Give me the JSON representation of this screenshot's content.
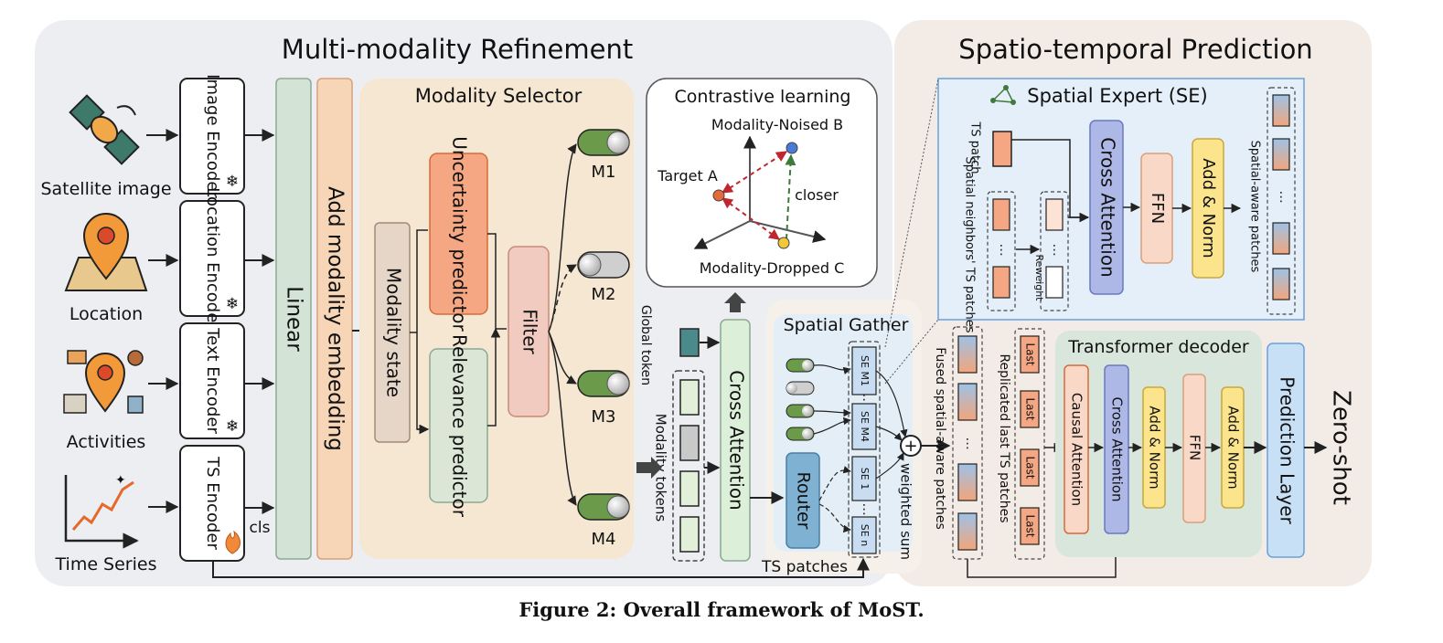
{
  "caption": "Figure 2: Overall framework of MoST.",
  "refinement": {
    "title": "Multi-modality Refinement",
    "inputs": [
      "Satellite image",
      "Location",
      "Activities",
      "Time Series"
    ],
    "encoders": [
      "Image Encoder",
      "Location Encoder",
      "Text Encoder",
      "TS Encoder"
    ],
    "cls_label": "cls",
    "linear": "Linear",
    "add_modality_embedding": "Add modality embedding",
    "selector": {
      "title": "Modality Selector",
      "state": "Modality state",
      "uncertainty": "Uncertainty predictor",
      "relevance": "Relevance predictor",
      "filter": "Filter",
      "modalities": [
        "M1",
        "M2",
        "M3",
        "M4"
      ]
    },
    "contrastive": {
      "title": "Contrastive learning",
      "noised": "Modality-Noised B",
      "target": "Target A",
      "closer": "closer",
      "dropped": "Modality-Dropped C"
    },
    "global_token": "Global token",
    "modality_tokens": "Modality tokens",
    "cross_attention": "Cross Attention",
    "spatial_gather": "Spatial Gather",
    "router": "Router",
    "experts": [
      "SE M1",
      "SE M4",
      "SE 1",
      "SE n"
    ],
    "weighted_sum": "weighted sum",
    "ts_patches": "TS patches"
  },
  "prediction": {
    "title": "Spatio-temporal Prediction",
    "spatial_expert": {
      "title": "Spatial Expert (SE)",
      "ts_patch": "TS patch",
      "neighbors": "Spatial neighbors' TS patches",
      "reweight": "Reweight",
      "cross_attention": "Cross Attention",
      "ffn": "FFN",
      "add_norm": "Add & Norm",
      "output": "Spatial-aware patches"
    },
    "fused": "Fused spatial-aware patches",
    "replicated": "Replicated last TS patches",
    "last_label": "Last",
    "decoder": {
      "title": "Transformer decoder",
      "causal": "Causal Attention",
      "cross": "Cross Attention",
      "add_norm": "Add & Norm",
      "ffn": "FFN"
    },
    "prediction_layer": "Prediction Layer",
    "zero_shot": "Zero-shot"
  },
  "colors": {
    "left_panel": "#eceef2",
    "right_panel": "#f3ece6",
    "selector_bg": "#f6e7d3",
    "linear": "#d3e3d6",
    "add_emb": "#f7d6b8",
    "uncertainty": "#f4a782",
    "relevance": "#dbe6d6",
    "filter": "#f1cbc0",
    "state": "#e6d6c8",
    "router": "#7fb1d2",
    "se_box": "#c8dcf2",
    "cross_attn_se": "#aeb8e6",
    "ffn": "#fad8c8",
    "add_norm": "#fbe48c",
    "decoder_bg": "#d9e6dc",
    "prediction_layer": "#c8e0f6"
  }
}
